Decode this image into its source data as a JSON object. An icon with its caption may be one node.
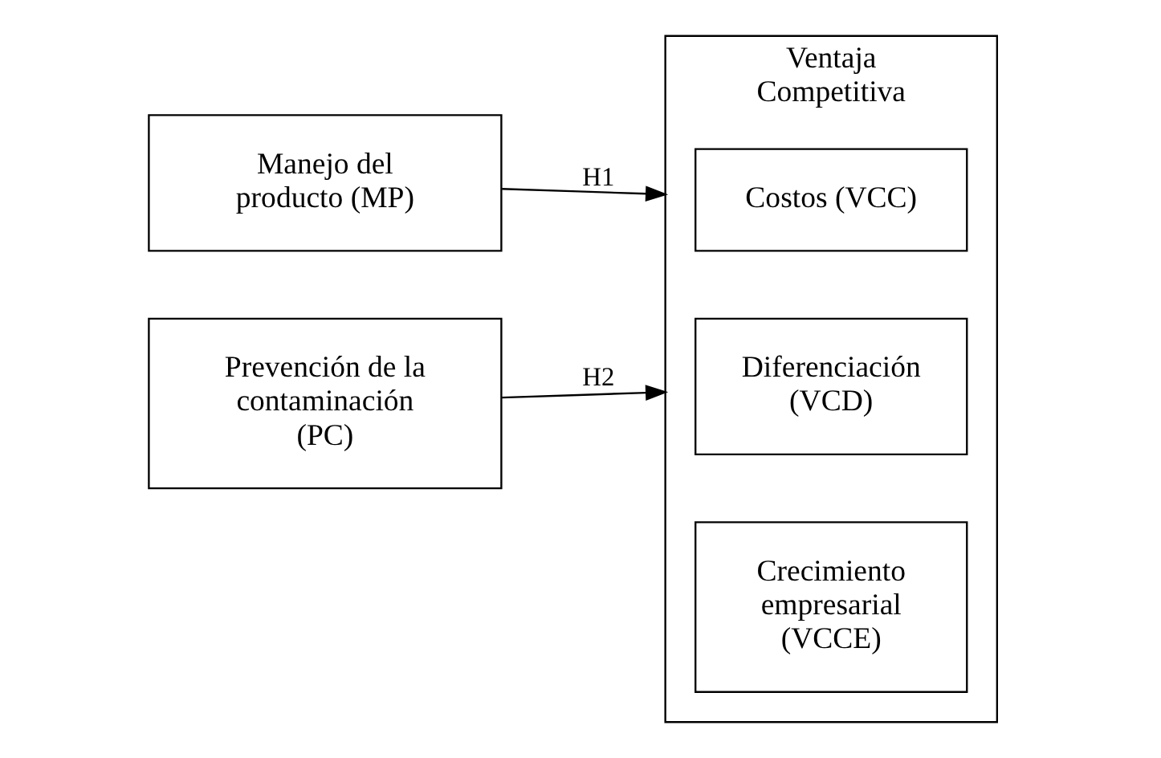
{
  "diagram": {
    "nodes": [
      {
        "text": [
          "Manejo del producto (MP)"
        ]
      },
      {
        "text": [
          "Prevención de la contaminación (PC)"
        ]
      },
      {
        "text": [
          "Ventaja Competitiva"
        ]
      },
      {
        "text": [
          "Costos (VCC)"
        ],
        "in": 2
      },
      {
        "text": [
          "Diferenciación (VCD)"
        ],
        "in": 2
      },
      {
        "text": [
          "Crecimiento empresarial (VCCE)"
        ],
        "in": 2
      }
    ],
    "edges": [
      {
        "from": 0,
        "to": 2,
        "arrow": "to",
        "label": "H1"
      },
      {
        "from": 1,
        "to": 2,
        "arrow": "to",
        "label": "H2"
      }
    ]
  }
}
